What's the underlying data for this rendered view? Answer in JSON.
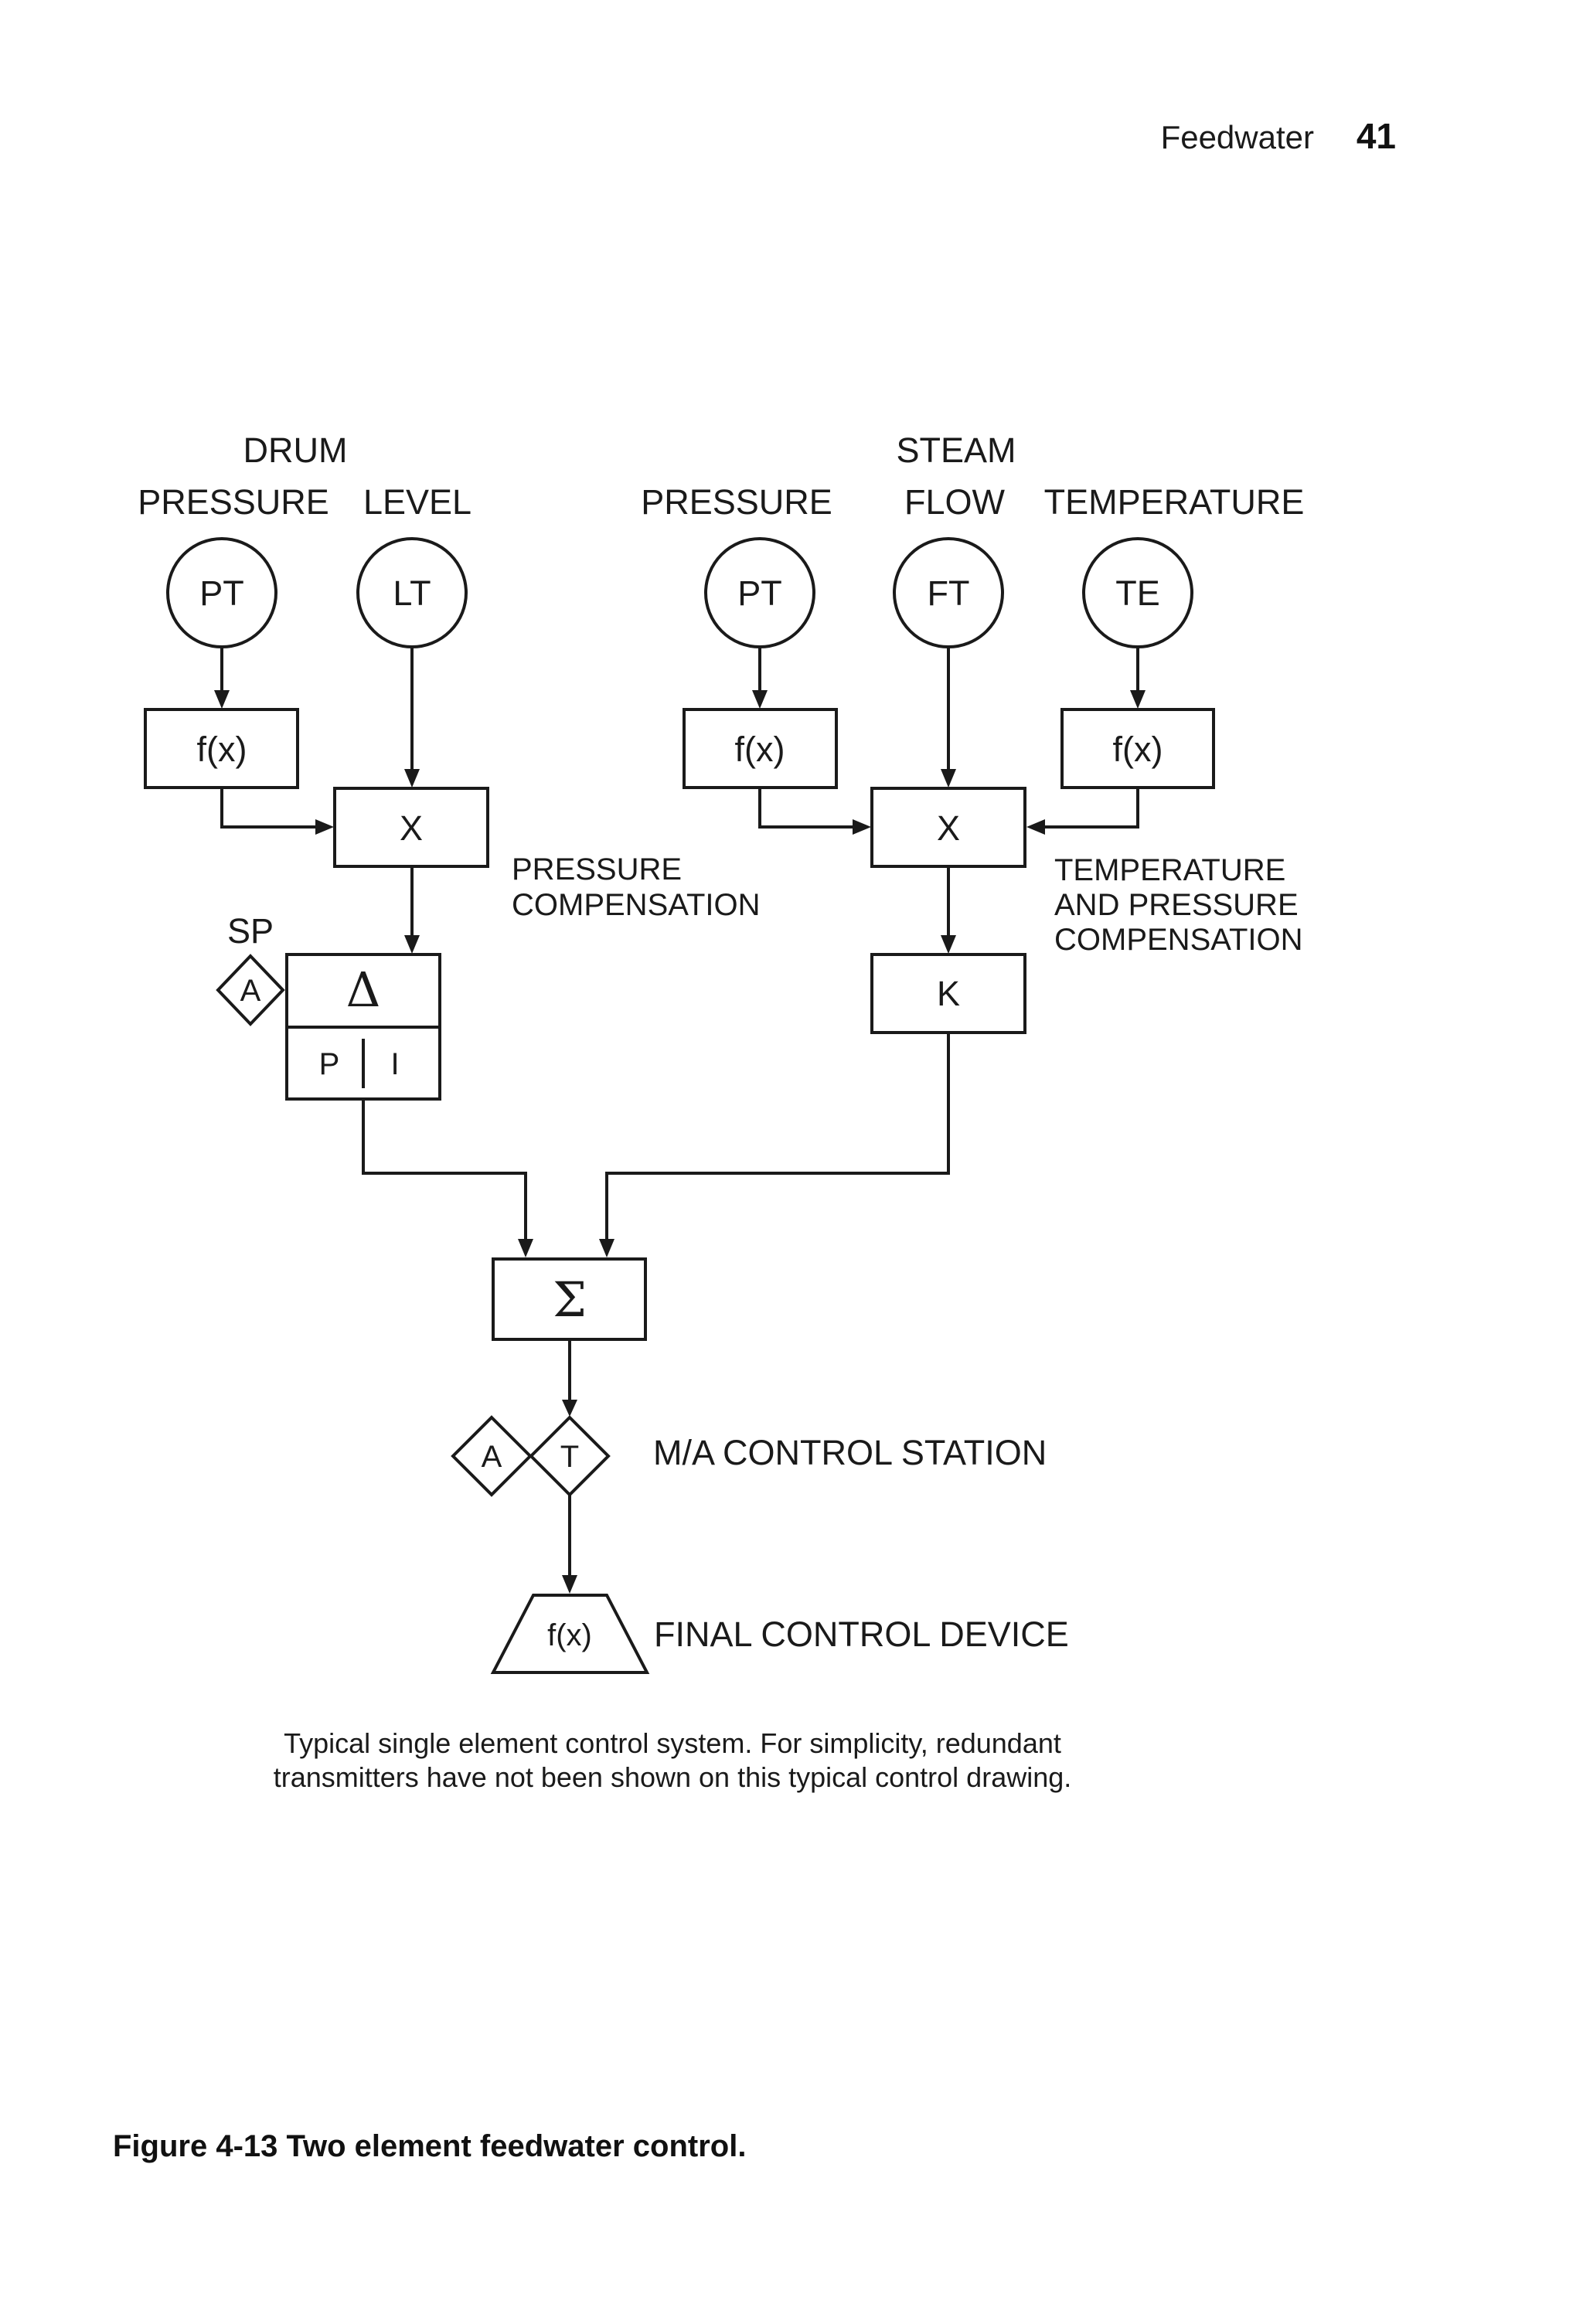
{
  "header": {
    "section": "Feedwater",
    "page_number": "41"
  },
  "labels": {
    "drum": "DRUM",
    "drum_pressure": "PRESSURE",
    "drum_level": "LEVEL",
    "steam": "STEAM",
    "steam_pressure": "PRESSURE",
    "steam_flow": "FLOW",
    "steam_temperature": "TEMPERATURE",
    "sp": "SP",
    "pressure_compensation": [
      "PRESSURE",
      "COMPENSATION"
    ],
    "temp_pressure_compensation": [
      "TEMPERATURE",
      "AND PRESSURE",
      "COMPENSATION"
    ],
    "ma_station": "M/A CONTROL STATION",
    "final_device": "FINAL CONTROL DEVICE"
  },
  "nodes": {
    "drum_pt": "PT",
    "drum_lt": "LT",
    "steam_pt": "PT",
    "steam_ft": "FT",
    "steam_te": "TE",
    "fx1": "f(x)",
    "fx2": "f(x)",
    "fx3": "f(x)",
    "mult1": "X",
    "mult2": "X",
    "k": "K",
    "delta": "Δ",
    "p": "P",
    "i": "I",
    "sp_a": "A",
    "sum": "Σ",
    "station_a": "A",
    "station_t": "T",
    "final_fx": "f(x)"
  },
  "caption": [
    "Typical single element control system. For simplicity, redundant",
    "transmitters have not been shown on this typical control drawing."
  ],
  "figure_title": "Figure 4-13 Two element feedwater control."
}
